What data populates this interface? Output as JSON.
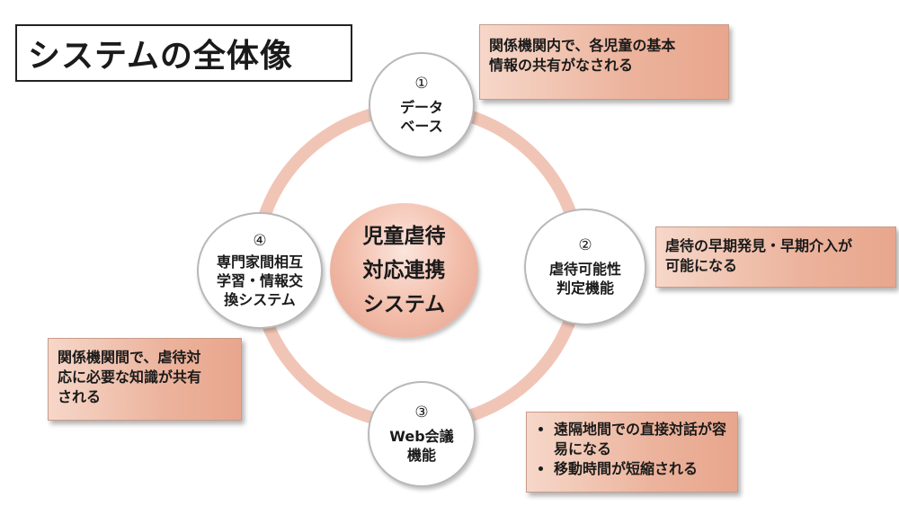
{
  "title": "システムの全体像",
  "center": {
    "lines": [
      "児童虐待",
      "対応連携",
      "システム"
    ]
  },
  "nodes": {
    "database": {
      "num": "①",
      "lines": [
        "データ",
        "ベース"
      ]
    },
    "abuse_judgment": {
      "num": "②",
      "lines": [
        "虐待可能性",
        "判定機能"
      ]
    },
    "web_meeting": {
      "num": "③",
      "lines": [
        "Web会議",
        "機能"
      ]
    },
    "expert_exchange": {
      "num": "④",
      "lines": [
        "専門家間相互",
        "学習・情報交",
        "換システム"
      ]
    }
  },
  "notes": {
    "database": [
      "関係機関内で、各児童の基本",
      "情報の共有がなされる"
    ],
    "abuse_judgment": [
      "虐待の早期発見・早期介入が",
      "可能になる"
    ],
    "expert_exchange": [
      "関係機関間で、虐待対",
      "応に必要な知識が共有",
      "される"
    ],
    "web_meeting": [
      "遠隔地間での直接対話が容易になる",
      "移動時間が短縮される"
    ]
  },
  "colors": {
    "ring": "#f1c5b6",
    "note_fill": "#ecb39c",
    "center_fill": "#f2bba8"
  }
}
